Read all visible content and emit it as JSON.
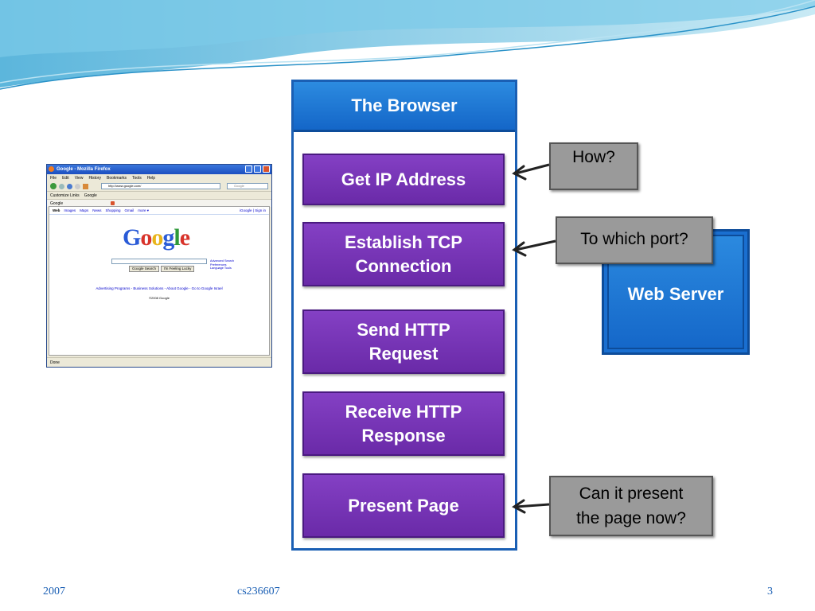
{
  "browser": {
    "title": "The Browser",
    "steps": [
      {
        "line1": "Get IP Address",
        "line2": ""
      },
      {
        "line1": "Establish TCP",
        "line2": "Connection"
      },
      {
        "line1": "Send HTTP",
        "line2": "Request"
      },
      {
        "line1": "Receive HTTP",
        "line2": "Response"
      },
      {
        "line1": "Present Page",
        "line2": ""
      }
    ]
  },
  "server": {
    "label": "Web Server"
  },
  "callouts": {
    "how": "How?",
    "port": "To which port?",
    "present_line1": "Can it present",
    "present_line2": "the page now?"
  },
  "firefox": {
    "window_title": "Google - Mozilla Firefox",
    "menu": [
      "File",
      "Edit",
      "View",
      "History",
      "Bookmarks",
      "Tools",
      "Help"
    ],
    "url": "http://www.google.com/",
    "search_placeholder": "Google",
    "bookmarks": [
      "Customize Links",
      "Google"
    ],
    "tab": "Google",
    "page": {
      "nav_links": [
        "Web",
        "Images",
        "Maps",
        "News",
        "Shopping",
        "Gmail",
        "more ▾"
      ],
      "right_links": "iGoogle | Sign in",
      "logo": "Google",
      "search_button": "Google Search",
      "lucky_button": "I'm Feeling Lucky",
      "advanced": [
        "Advanced Search",
        "Preferences",
        "Language Tools"
      ],
      "footer_links": "Advertising Programs - Business Solutions - About Google - Go to Google Israel",
      "copyright": "©2008 Google"
    },
    "status": "Done"
  },
  "footer": {
    "year": "2007",
    "course": "cs236607",
    "page": "3"
  },
  "colors": {
    "browser_blue": "#1a5fb4",
    "step_purple": "#7a36b8",
    "callout_gray": "#9a9a9a"
  }
}
